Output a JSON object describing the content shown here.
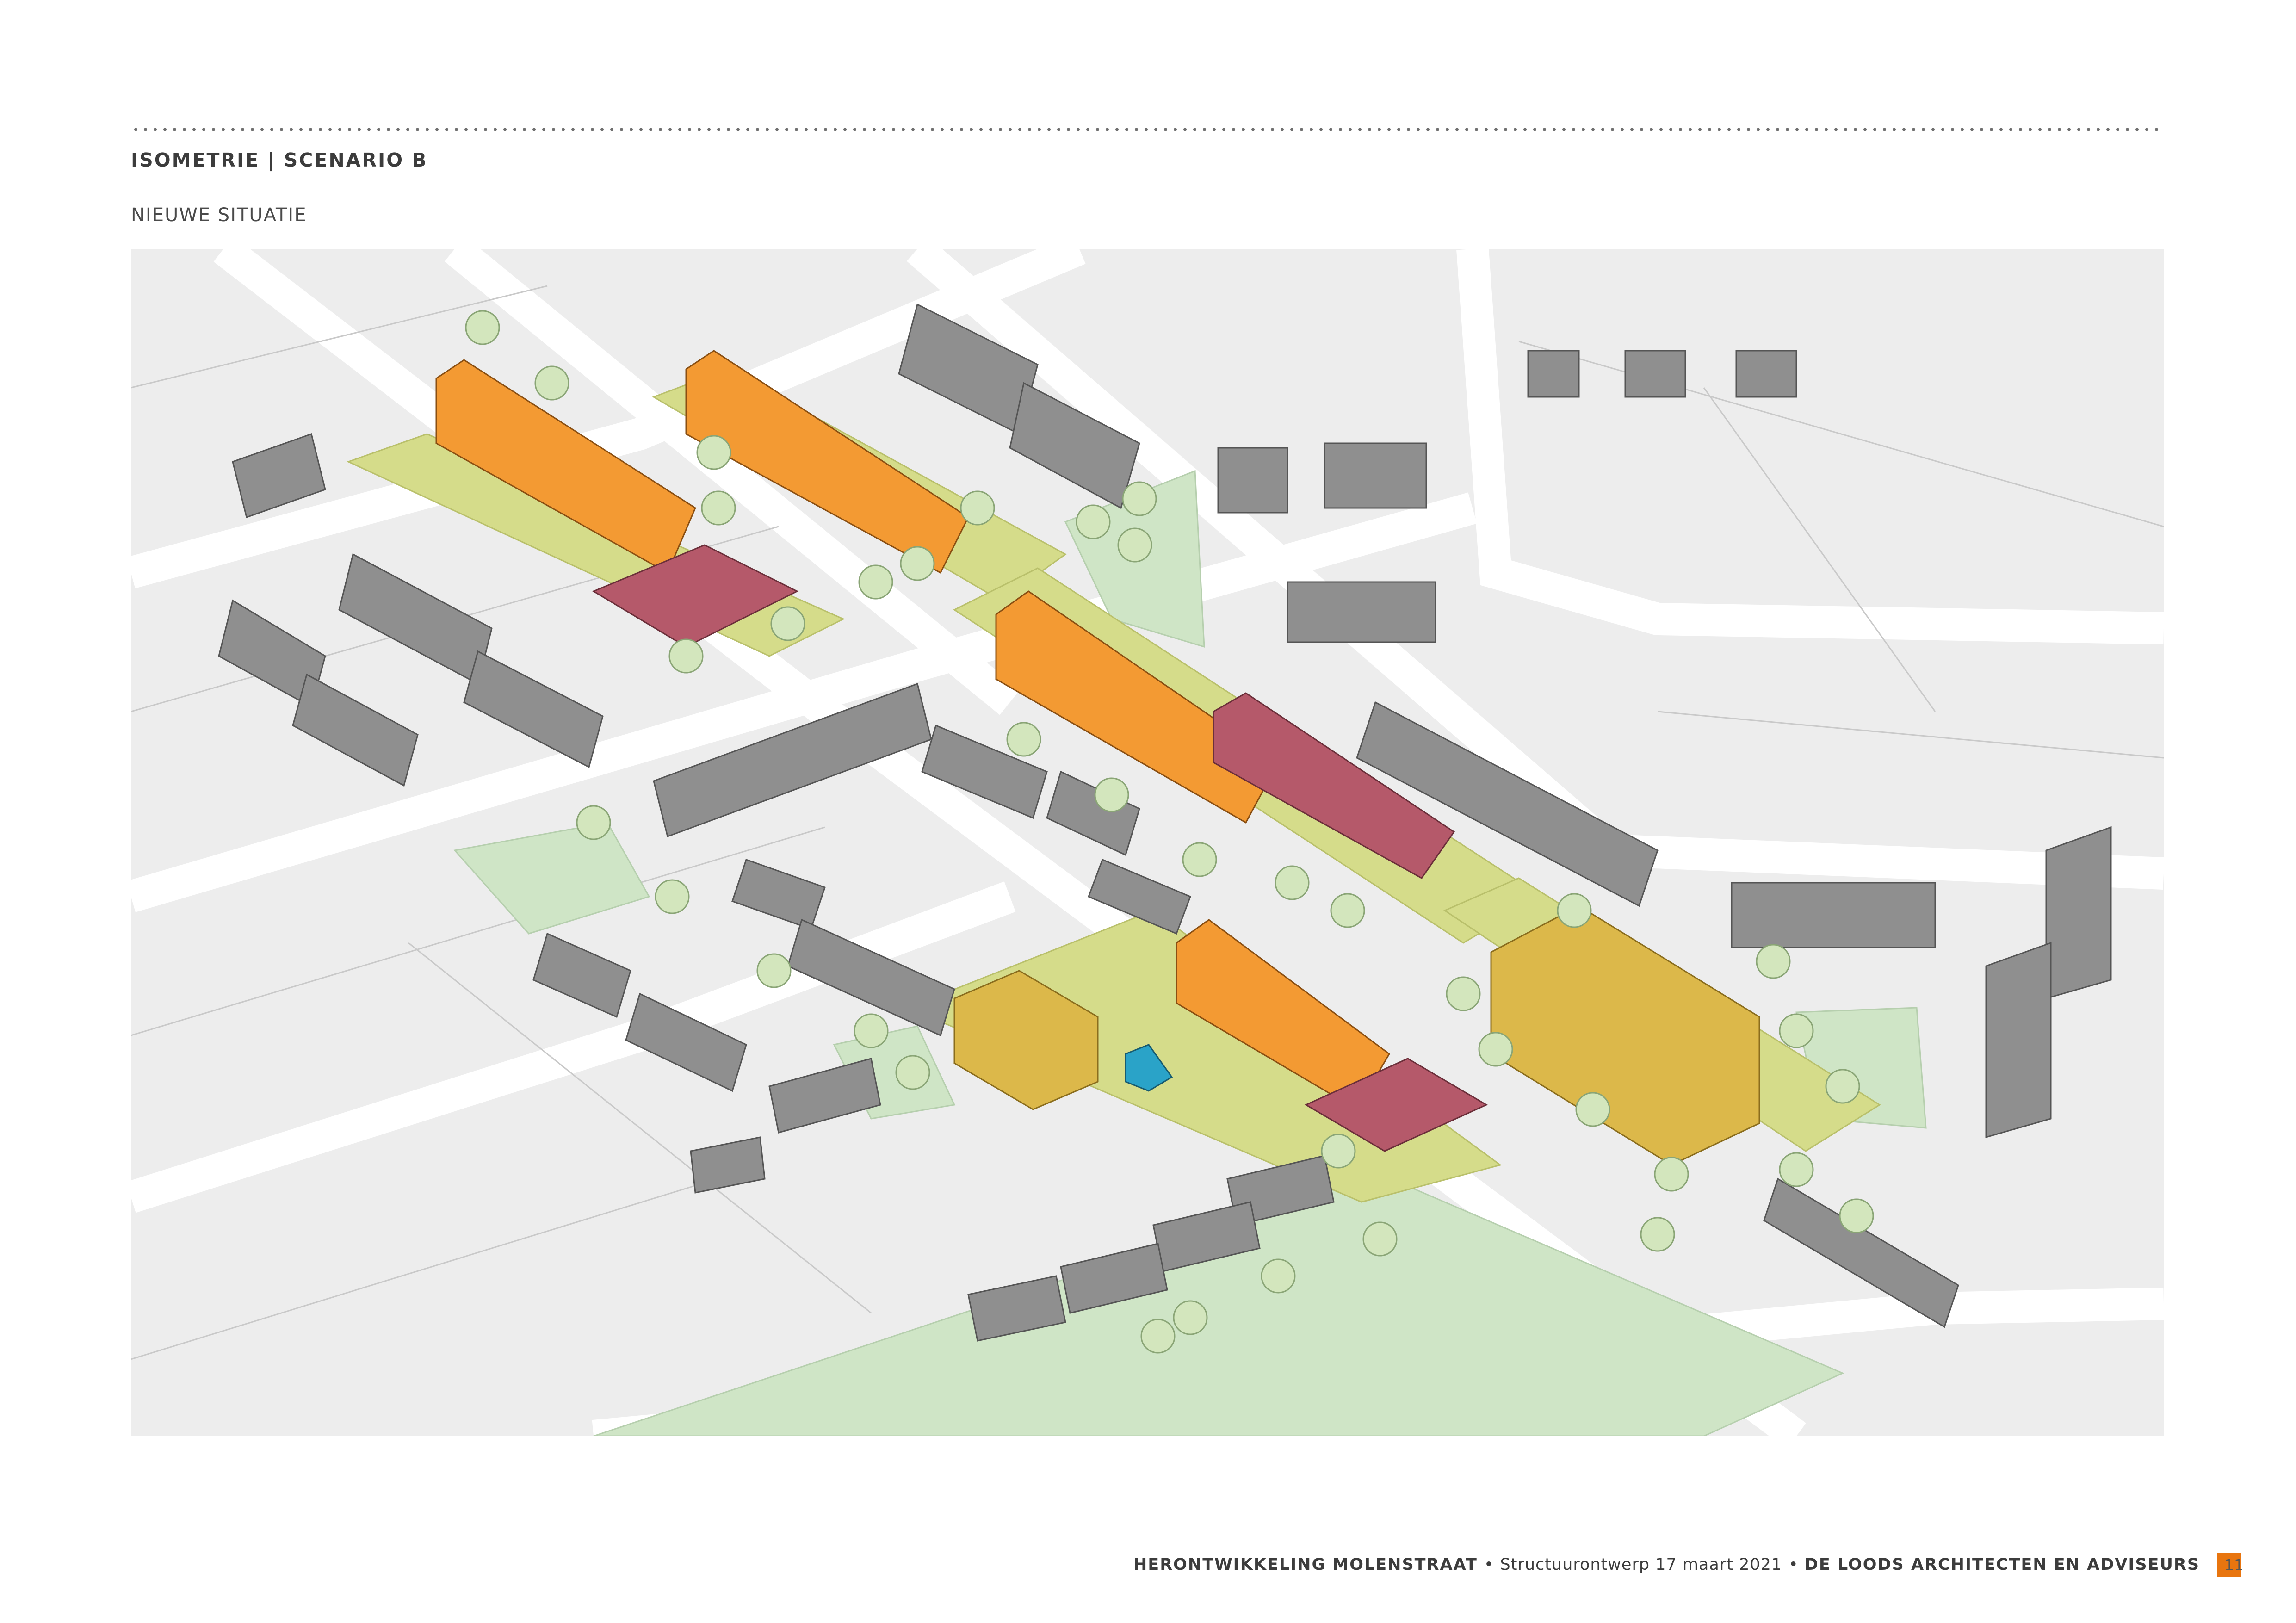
{
  "header": {
    "title": "ISOMETRIE | SCENARIO B",
    "subtitle": "NIEUWE SITUATIE"
  },
  "footer": {
    "project": "HERONTWIKKELING MOLENSTRAAT",
    "bullet": "•",
    "document": "Structuurontwerp 17 maart 2021",
    "firm": "DE LOODS ARCHITECTEN EN ADVISEURS",
    "accent_color": "#e8750f"
  },
  "page_number": "11",
  "plan_colors": {
    "new_housing": "#f39a33",
    "new_housing_alt": "#b5596a",
    "apartment_block": "#dcb84a",
    "existing_buildings": "#8f8f8f",
    "gardens": "#d5dc8a",
    "green_space": "#cfe5c6",
    "accent_building": "#2aa3c8"
  }
}
